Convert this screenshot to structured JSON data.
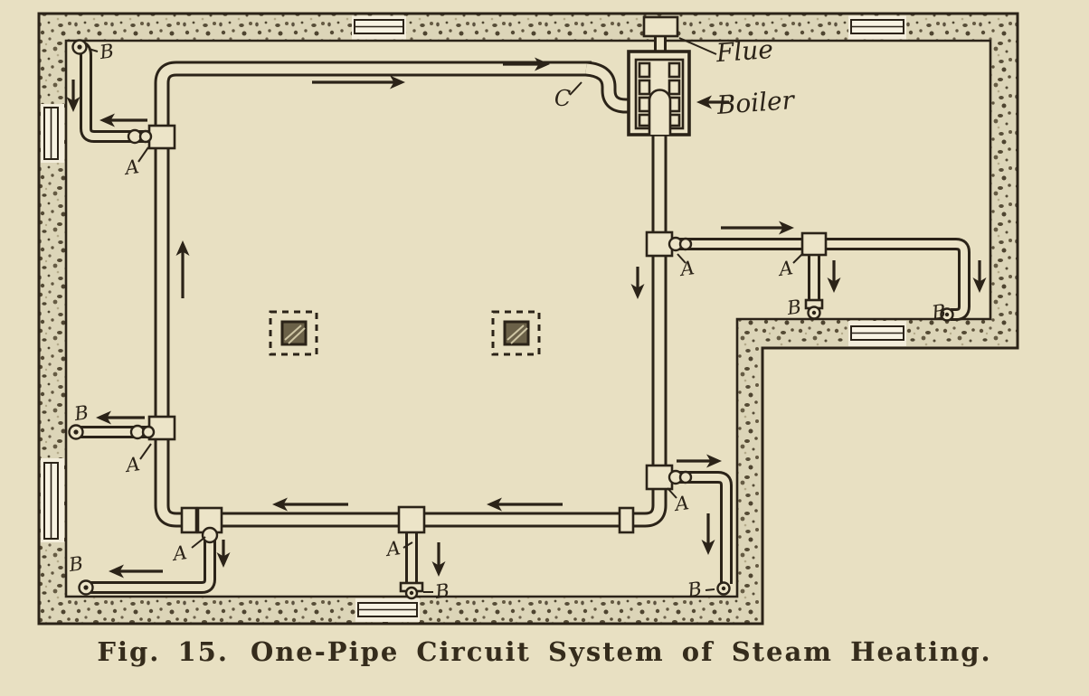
{
  "figure": {
    "fig_label": "Fig. 15.",
    "caption": "One-Pipe Circuit System of Steam Heating."
  },
  "labels": {
    "flue": "Flue",
    "boiler": "Boiler",
    "c": "C",
    "a": "A",
    "b": "B"
  },
  "colors": {
    "paper": "#e8e0c2",
    "ink": "#2b2318",
    "wall_fill": "#dcd5b8",
    "window_fill": "#f3eddb"
  }
}
